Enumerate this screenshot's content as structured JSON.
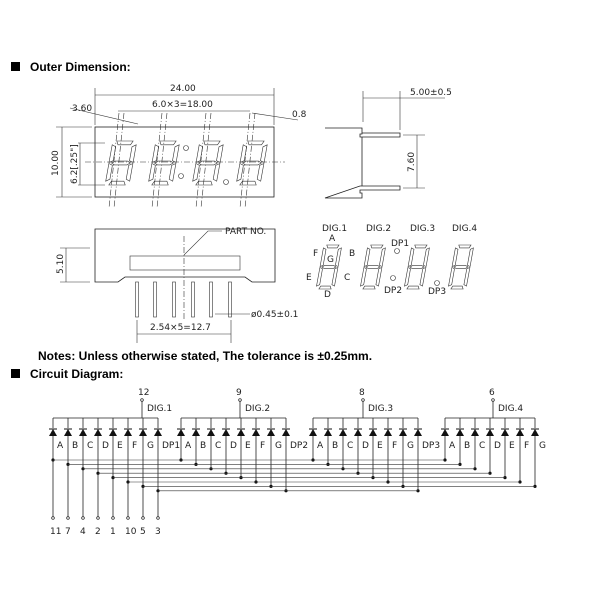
{
  "headings": {
    "outer_dimension": "Outer Dimension:",
    "notes": "Notes: Unless otherwise stated, The tolerance is  ±0.25mm.",
    "circuit_diagram": "Circuit Diagram:"
  },
  "front_view": {
    "overall_width": "24.00",
    "pitch": "6.0×3=18.00",
    "left_offset": "3.60",
    "right_offset": "0.8",
    "height": "10.00",
    "digit_height": "6.2[.25\"]"
  },
  "side_view": {
    "pin_length": "5.00±0.5",
    "row_spacing": "7.60"
  },
  "bottom_view": {
    "part_no": "PART NO.",
    "height": "5.10",
    "pin_diameter": "ø0.45±0.1",
    "pin_pitch": "2.54×5=12.7"
  },
  "segment_legend": {
    "digits": [
      "DIG.1",
      "DIG.2",
      "DIG.3",
      "DIG.4"
    ],
    "segments": [
      "A",
      "B",
      "C",
      "D",
      "E",
      "F",
      "G"
    ],
    "dp": [
      "DP1",
      "DP2",
      "DP3"
    ]
  },
  "circuit": {
    "digits": [
      {
        "name": "DIG.1",
        "pin": "12",
        "dp": "DP1"
      },
      {
        "name": "DIG.2",
        "pin": "9",
        "dp": "DP2"
      },
      {
        "name": "DIG.3",
        "pin": "8",
        "dp": "DP3"
      },
      {
        "name": "DIG.4",
        "pin": "6",
        "dp": ""
      }
    ],
    "segment_labels": [
      "A",
      "B",
      "C",
      "D",
      "E",
      "F",
      "G"
    ],
    "segment_pins": [
      "11",
      "7",
      "4",
      "2",
      "1",
      "10",
      "5",
      "3"
    ]
  }
}
